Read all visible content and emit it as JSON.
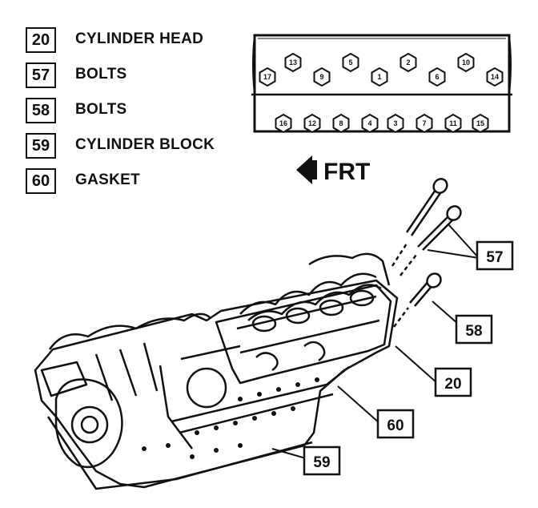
{
  "legend": [
    {
      "num": "20",
      "label": "CYLINDER HEAD"
    },
    {
      "num": "57",
      "label": "BOLTS"
    },
    {
      "num": "58",
      "label": "BOLTS"
    },
    {
      "num": "59",
      "label": "CYLINDER BLOCK"
    },
    {
      "num": "60",
      "label": "GASKET"
    }
  ],
  "front_label": "FRT",
  "torque_sequence": {
    "top_row": [
      "17",
      "13",
      "9",
      "5",
      "1",
      "2",
      "6",
      "10",
      "14"
    ],
    "bottom_row": [
      "16",
      "12",
      "8",
      "4",
      "3",
      "7",
      "11",
      "15"
    ]
  },
  "callouts": {
    "c57": "57",
    "c58": "58",
    "c20": "20",
    "c60": "60",
    "c59": "59"
  }
}
